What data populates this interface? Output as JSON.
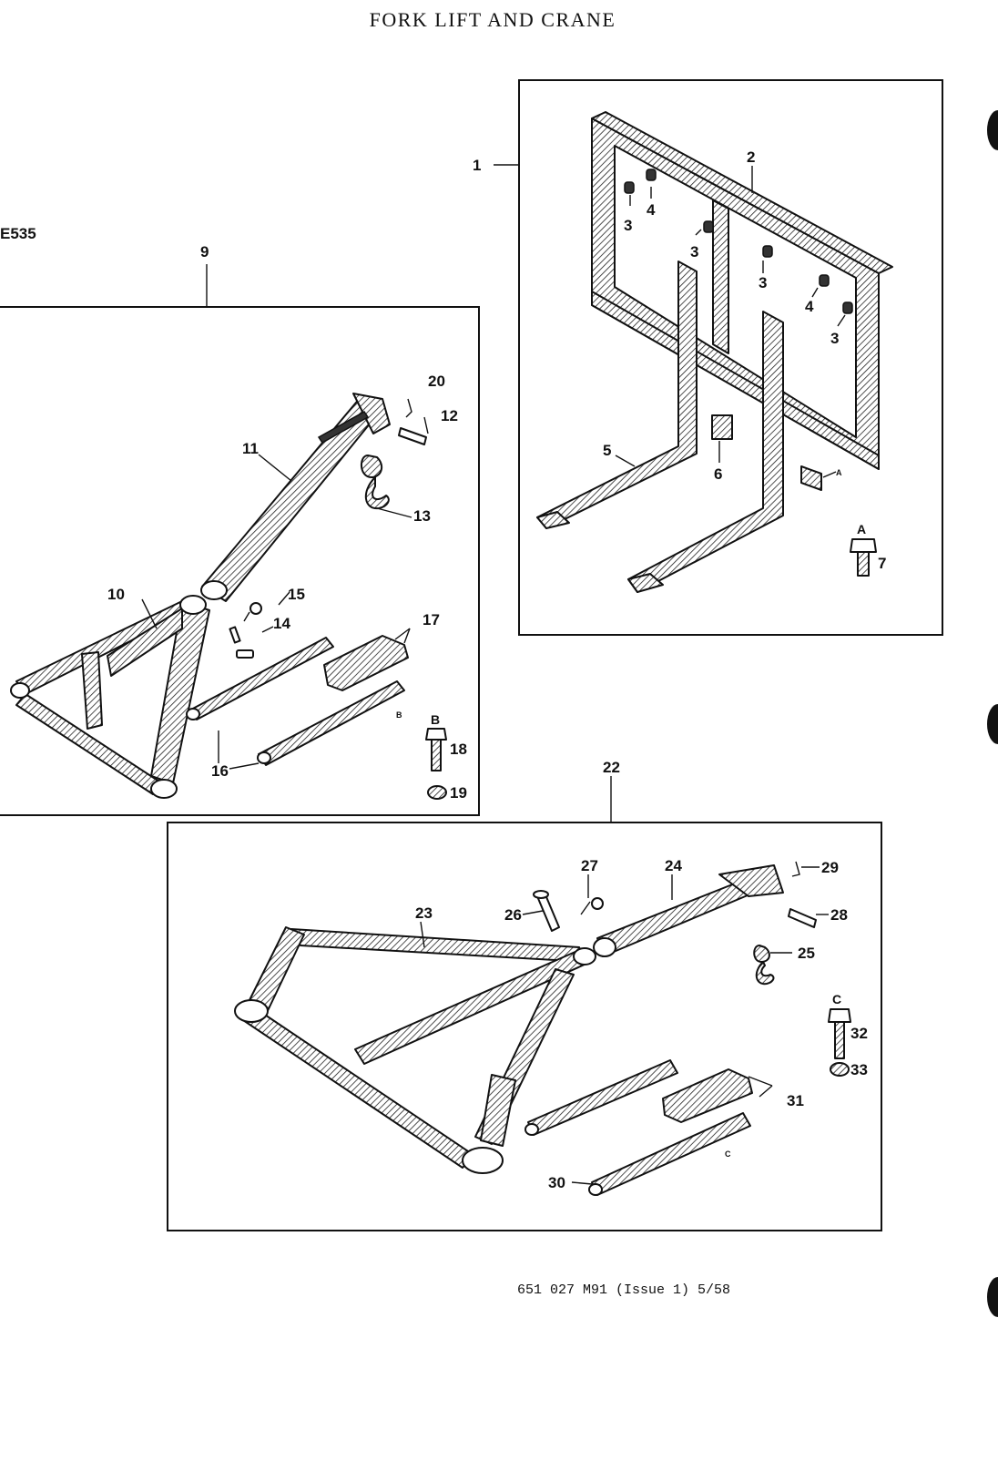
{
  "page_title": "FORK LIFT AND CRANE",
  "plate_ref": "E535",
  "footer": "651 027 M91 (Issue 1) 5/58",
  "callouts": {
    "c1": "1",
    "c2": "2",
    "c3": "3",
    "c4": "4",
    "c5": "5",
    "c6": "6",
    "c7": "7",
    "c9": "9",
    "c10": "10",
    "c11": "11",
    "c12": "12",
    "c13": "13",
    "c14": "14",
    "c15": "15",
    "c16": "16",
    "c17": "17",
    "c18": "18",
    "c19": "19",
    "c20": "20",
    "c22": "22",
    "c23": "23",
    "c24": "24",
    "c25": "25",
    "c26": "26",
    "c27": "27",
    "c28": "28",
    "c29": "29",
    "c30": "30",
    "c31": "31",
    "c32": "32",
    "c33": "33"
  },
  "refs": {
    "A": "A",
    "B": "B",
    "C": "C"
  }
}
